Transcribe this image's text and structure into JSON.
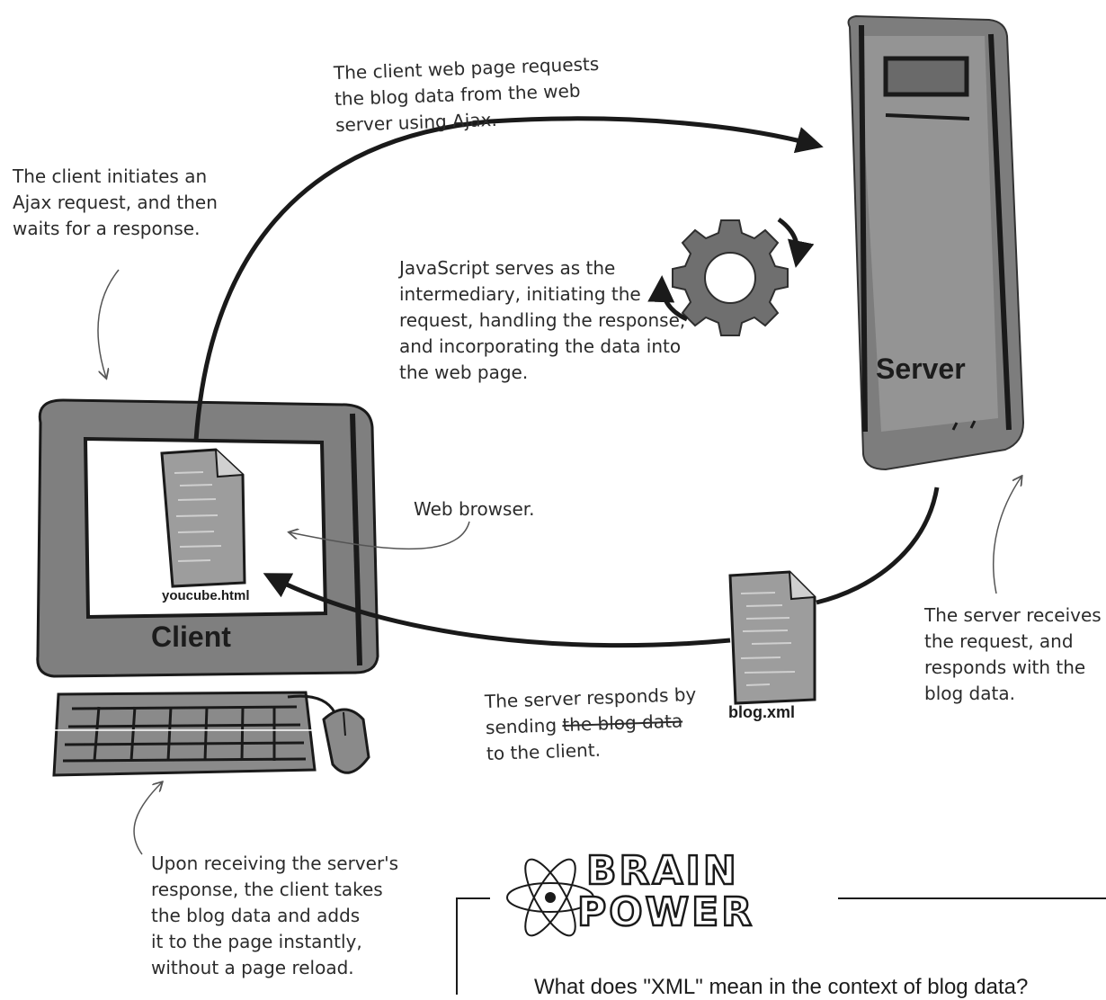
{
  "annotations": {
    "client_initiates": "The client initiates an\nAjax request, and then\nwaits for a response.",
    "page_requests": "The client web page requests\nthe blog data from the web\nserver using Ajax.",
    "javascript_role": "JavaScript serves as the\nintermediary, initiating the\nrequest, handling the response,\nand incorporating the data into\nthe web page.",
    "web_browser": "Web browser.",
    "server_responds_prefix": "The server responds by\nsending ",
    "server_responds_struck": "the blog data",
    "server_responds_suffix": "\nto the client.",
    "server_receives": "The server receives\nthe request, and\nresponds with the\nblog data.",
    "client_receives": "Upon receiving the server's\nresponse, the client takes\nthe blog data and adds\nit to the page instantly,\nwithout a page reload."
  },
  "labels": {
    "server": "Server",
    "client": "Client",
    "html_file": "youcube.html",
    "xml_file": "blog.xml"
  },
  "brain_power": {
    "title_line1": "BRAIN",
    "title_line2": "POWER",
    "question": "What does \"XML\" mean in the context of blog data?"
  }
}
